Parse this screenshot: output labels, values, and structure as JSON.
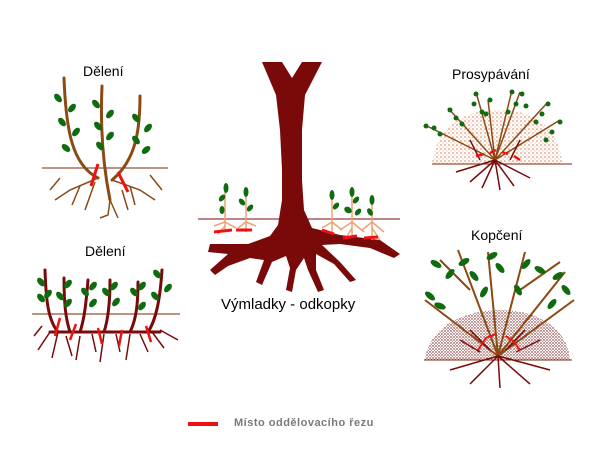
{
  "panels": {
    "division_top": {
      "title": "Dělení"
    },
    "division_bottom": {
      "title": "Dělení"
    },
    "suckers": {
      "title": "Výmladky - odkopky"
    },
    "mound_layering": {
      "title": "Prosypávání"
    },
    "hilling": {
      "title": "Kopčení"
    }
  },
  "legend": {
    "label": "Místo oddělovacího řezu",
    "color": "#ee1111"
  },
  "colors": {
    "stem_brown": "#8b4a14",
    "trunk_maroon": "#7a0a0a",
    "leaf_green": "#0f6a10",
    "cut_red": "#ee1111",
    "young_root_orange": "#f0a070",
    "soil_orange": "#e07848",
    "soil_dark": "#6a0a0a"
  }
}
